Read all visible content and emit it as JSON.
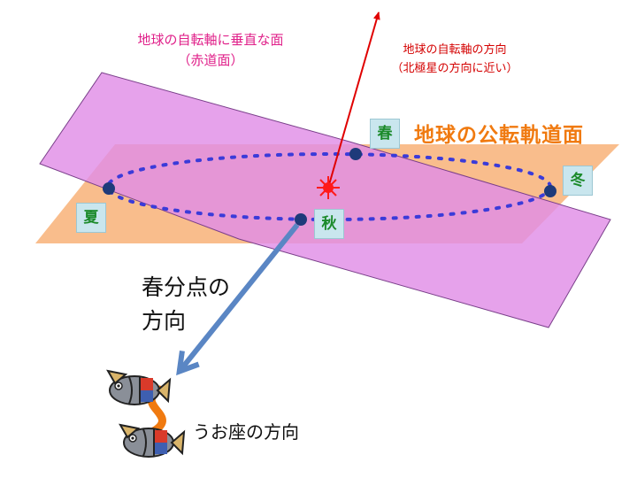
{
  "labels": {
    "equatorial_plane": [
      "地球の自転軸に垂直な面",
      "（赤道面）"
    ],
    "rotation_axis": [
      "地球の自転軸の方向",
      "（北極星の方向に近い）"
    ],
    "orbital_plane": "地球の公転軌道面",
    "vernal_equinox": "春分点の方向",
    "pisces": "うお座の方向"
  },
  "seasons": {
    "spring": "春",
    "summer": "夏",
    "autumn": "秋",
    "winter": "冬"
  },
  "colors": {
    "equatorial_plane": "#e08ee6",
    "orbital_plane": "#f9bd8c",
    "orbit_dots": "#3b3bd9",
    "earth_points": "#1e3a7a",
    "sun": "#ff1a1a",
    "rotation_axis": "#e00000",
    "vernal_arrow": "#5a86c4",
    "orbit_label": "#f07a10",
    "equatorial_label": "#e0218a",
    "season_box": "#c9e6ee",
    "season_text": "#1b8a2a"
  },
  "icons": [
    "pisces-fish-icon",
    "sun-icon"
  ]
}
